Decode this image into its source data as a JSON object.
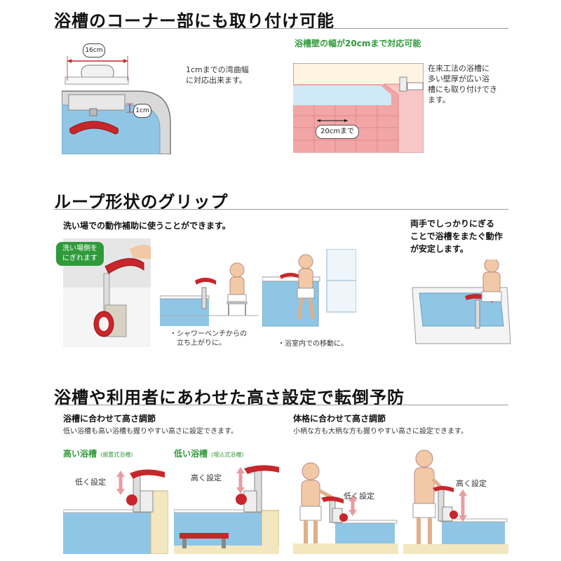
{
  "colors": {
    "accent_red": "#c8262a",
    "green": "#2f9a3a",
    "water": "#8fc6e6",
    "wall_pink": "#f2a6a6",
    "floor": "#f3e7c0"
  },
  "section1": {
    "title": "浴槽のコーナー部にも取り付け可能",
    "dim_16cm": "16cm",
    "dim_1cm": "1cm",
    "curve_text": "1cmまでの湾曲幅\nに対応出来ます。",
    "green_heading": "浴槽壁の幅が20cmまで対応可能",
    "dim_20cm": "20cmまで",
    "wall_text": "在来工法の浴槽に\n多い壁厚が広い浴\n槽にも取り付けでき\nます。"
  },
  "section2": {
    "title": "ループ形状のグリップ",
    "subtitle": "洗い場での動作補助に使うことができます。",
    "bubble": "洗い場側を\nにぎれます",
    "caption1": "・シャワーベンチからの\n　立ち上がりに。",
    "caption2": "・浴室内での移動に。",
    "right_text": "両手でしっかりにぎる\nことで浴槽をまたぐ動作\nが安定します。"
  },
  "section3": {
    "title": "浴槽や利用者にあわせた高さ設定で転倒予防",
    "left_heading": "浴槽に合わせて高さ調節",
    "left_desc": "低い浴槽も高い浴槽も握りやすい高さに設定できます。",
    "high_tub": "高い浴槽",
    "high_tub_note": "(据置式浴槽)",
    "low_tub": "低い浴槽",
    "low_tub_note": "(埋込式浴槽)",
    "set_low": "低く設定",
    "set_high": "高く設定",
    "right_heading": "体格に合わせて高さ調節",
    "right_desc": "小柄な方も大柄な方も握りやすい高さに設定できます。",
    "set_low2": "低く設定",
    "set_high2": "高く設定"
  }
}
